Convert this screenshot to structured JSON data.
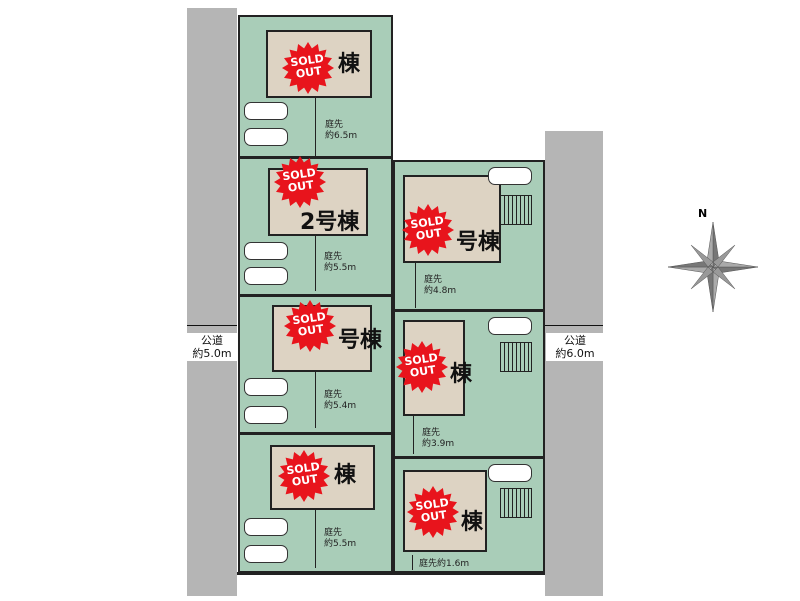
{
  "roads": {
    "left": {
      "name": "公道",
      "width": "約5.0m"
    },
    "right": {
      "name": "公道",
      "width": "約6.0m"
    }
  },
  "compass": {
    "label": "N"
  },
  "sold_badge": {
    "line1": "SOLD",
    "line2": "OUT"
  },
  "lots": [
    {
      "label": "棟",
      "setback_label": "庭先",
      "setback": "約6.5m",
      "status": "sold"
    },
    {
      "label": "2号棟",
      "setback_label": "庭先",
      "setback": "約5.5m",
      "status": "sold"
    },
    {
      "label": "号棟",
      "setback_label": "庭先",
      "setback": "約5.4m",
      "status": "sold"
    },
    {
      "label": "棟",
      "setback_label": "庭先",
      "setback": "約5.5m",
      "status": "sold"
    },
    {
      "label": "号棟",
      "setback_label": "庭先",
      "setback": "約4.8m",
      "status": "sold"
    },
    {
      "label": "棟",
      "setback_label": "庭先",
      "setback": "約3.9m",
      "status": "sold"
    },
    {
      "label": "棟",
      "setback_label": "庭先約",
      "setback": "1.6m",
      "status": "sold"
    }
  ],
  "colors": {
    "lot": "#a9cdb8",
    "house": "#ddd3c3",
    "road": "#b5b5b5",
    "sold": "#e8141c"
  }
}
